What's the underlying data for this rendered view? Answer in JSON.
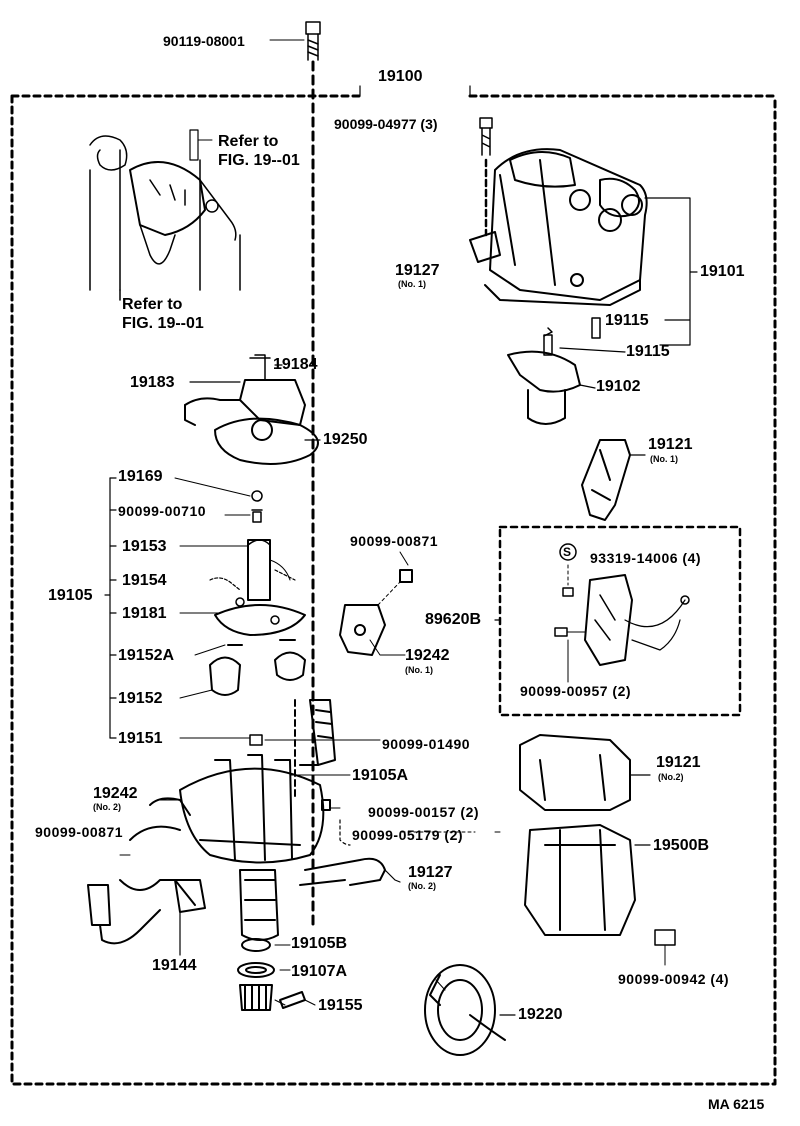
{
  "diagram": {
    "code": "MA 6215",
    "assembly_label": "19100",
    "refer_label": "Refer to",
    "fig_label": "FIG. 19--01",
    "parts": {
      "p90119_08001": "90119-08001",
      "p90099_04977": "90099-04977 (3)",
      "p19127_top": "19127",
      "p19127_top_sub": "(No. 1)",
      "p19101": "19101",
      "p19115_a": "19115",
      "p19115_b": "19115",
      "p19102": "19102",
      "p19184": "19184",
      "p19183": "19183",
      "p19250": "19250",
      "p19121_top": "19121",
      "p19121_top_sub": "(No. 1)",
      "p19169": "19169",
      "p90099_00710": "90099-00710",
      "p19153": "19153",
      "p19154": "19154",
      "p19105": "19105",
      "p19181": "19181",
      "p19152A": "19152A",
      "p19152": "19152",
      "p19151": "19151",
      "p90099_00871_mid": "90099-00871",
      "p19242_mid": "19242",
      "p19242_mid_sub": "(No. 1)",
      "p93319": "93319-14006 (4)",
      "p89620B": "89620B",
      "p90099_00957": "90099-00957 (2)",
      "p90099_01490": "90099-01490",
      "p19105A": "19105A",
      "p19242_low": "19242",
      "p19242_low_sub": "(No. 2)",
      "p90099_00157": "90099-00157 (2)",
      "p90099_05179": "90099-05179 (2)",
      "p90099_00871_low": "90099-00871",
      "p19127_low": "19127",
      "p19127_low_sub": "(No. 2)",
      "p19121_low": "19121",
      "p19121_low_sub": "(No.2)",
      "p19500B": "19500B",
      "p19144": "19144",
      "p19105B": "19105B",
      "p19107A": "19107A",
      "p19155": "19155",
      "p90099_00942": "90099-00942 (4)",
      "p19220": "19220",
      "s_mark": "S"
    }
  }
}
